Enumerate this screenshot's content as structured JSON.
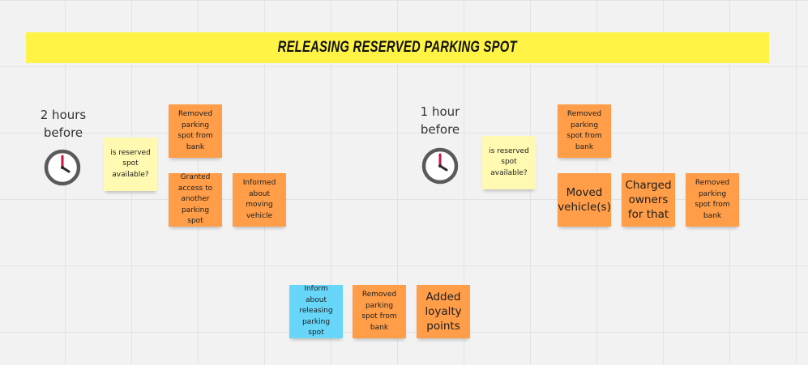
{
  "board": {
    "title": "Releasing reserved parking spot"
  },
  "time_labels": {
    "first": "2 hours\nbefore",
    "second": "1 hour\nbefore"
  },
  "icons": {
    "clock": "clock-icon"
  },
  "colors": {
    "title_bar": "#fff445",
    "orange_sticky": "#ff9d48",
    "yellow_sticky": "#fff9b1",
    "blue_sticky": "#67d6f8",
    "clock_hand": "#c8163f"
  },
  "stickies": {
    "q1": "is reserved spot available?",
    "e1": "Removed parking spot from bank",
    "e2": "Granted access to another parking spot",
    "e3": "Informed about moving vehicle",
    "q2": "is reserved spot available?",
    "e4": "Removed parking spot from bank",
    "e5": "Moved vehicle(s)",
    "e6": "Charged owners for that",
    "e7": "Removed parking spot from bank",
    "c1": "Inform about releasing parking spot",
    "e8": "Removed parking spot from bank",
    "e9": "Added loyalty points"
  }
}
